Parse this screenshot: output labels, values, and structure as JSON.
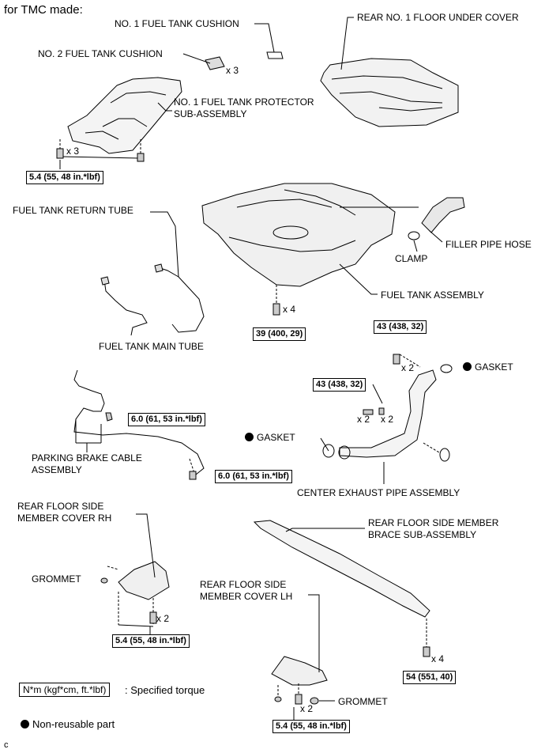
{
  "header": "for TMC made:",
  "labels": {
    "no1_cushion": "NO. 1 FUEL TANK CUSHION",
    "no2_cushion": "NO. 2 FUEL TANK CUSHION",
    "rear_floor_cover": "REAR NO. 1 FLOOR UNDER COVER",
    "protector_1": "NO. 1 FUEL TANK PROTECTOR",
    "protector_2": "SUB-ASSEMBLY",
    "return_tube": "FUEL TANK RETURN TUBE",
    "main_tube": "FUEL TANK MAIN TUBE",
    "filler_hose": "FILLER PIPE HOSE",
    "clamp": "CLAMP",
    "fuel_tank": "FUEL TANK ASSEMBLY",
    "gasket_right": "GASKET",
    "gasket_left": "GASKET",
    "parking_1": "PARKING BRAKE CABLE",
    "parking_2": "ASSEMBLY",
    "center_pipe": "CENTER EXHAUST PIPE ASSEMBLY",
    "rh_cover_1": "REAR FLOOR SIDE",
    "rh_cover_2": "MEMBER COVER RH",
    "brace_1": "REAR FLOOR SIDE MEMBER",
    "brace_2": "BRACE SUB-ASSEMBLY",
    "grommet_rh": "GROMMET",
    "lh_cover_1": "REAR FLOOR SIDE",
    "lh_cover_2": "MEMBER COVER LH",
    "grommet_lh": "GROMMET"
  },
  "multipliers": {
    "cushion": "x 3",
    "protector": "x 3",
    "tank": "x 4",
    "exhaust_top": "x 2",
    "exhaust_a": "x 2",
    "exhaust_b": "x 2",
    "rh": "x 2",
    "brace": "x 4",
    "lh": "x 2"
  },
  "torques": {
    "protector": "5.4 (55, 48 in.*lbf)",
    "tank": "39 (400, 29)",
    "exhaust_top": "43 (438, 32)",
    "exhaust_mid": "43 (438, 32)",
    "parking_upper": "6.0 (61, 53 in.*lbf)",
    "parking_lower": "6.0 (61, 53 in.*lbf)",
    "rh": "5.4 (55, 48 in.*lbf)",
    "brace": "54 (551, 40)",
    "lh": "5.4 (55, 48 in.*lbf)"
  },
  "legend": {
    "torque_box": "N*m (kgf*cm, ft.*lbf)",
    "torque_text": ": Specified torque",
    "nonreusable": "Non-reusable part"
  },
  "footer_code": "c"
}
